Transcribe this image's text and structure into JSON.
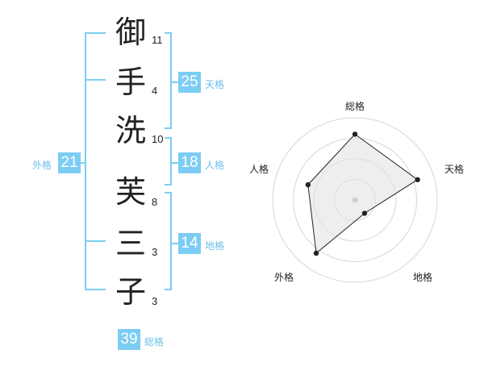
{
  "characters": [
    {
      "char": "御",
      "strokes": "11"
    },
    {
      "char": "手",
      "strokes": "4"
    },
    {
      "char": "洗",
      "strokes": "10"
    },
    {
      "char": "芙",
      "strokes": "8"
    },
    {
      "char": "三",
      "strokes": "3"
    },
    {
      "char": "子",
      "strokes": "3"
    }
  ],
  "scores": {
    "tenkaku": {
      "value": "25",
      "label": "天格"
    },
    "jinkaku": {
      "value": "18",
      "label": "人格"
    },
    "chikaku": {
      "value": "14",
      "label": "地格"
    },
    "gaikaku": {
      "value": "21",
      "label": "外格"
    },
    "soukaku": {
      "value": "39",
      "label": "総格"
    }
  },
  "chart_data": {
    "type": "radar",
    "axes": [
      "総格",
      "天格",
      "地格",
      "外格",
      "人格"
    ],
    "values": [
      0.8,
      0.8,
      0.2,
      0.8,
      0.6
    ],
    "range": [
      0,
      1
    ],
    "rings": 4,
    "colors": {
      "accent": "#7ccdf3",
      "fill": "#e3e3e3",
      "ring": "#d6d6d6",
      "line": "#222222"
    }
  }
}
